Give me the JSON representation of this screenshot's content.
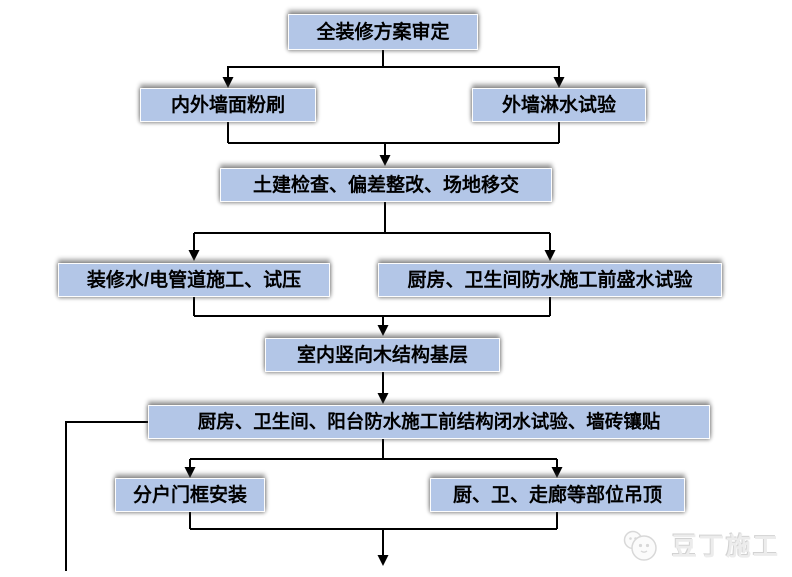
{
  "diagram": {
    "type": "flowchart",
    "subject": "full-decoration construction process",
    "nodes": [
      {
        "id": "plan-approval",
        "label": "全装修方案审定"
      },
      {
        "id": "wall-plastering",
        "label": "内外墙面粉刷"
      },
      {
        "id": "wall-water-spray-test",
        "label": "外墙淋水试验"
      },
      {
        "id": "civil-inspection-handover",
        "label": "土建检查、偏差整改、场地移交"
      },
      {
        "id": "pipe-construction-pressure-test",
        "label": "装修水/电管道施工、试压"
      },
      {
        "id": "water-holding-test",
        "label": "厨房、卫生间防水施工前盛水试验"
      },
      {
        "id": "indoor-wood-structure-base",
        "label": "室内竖向木结构基层"
      },
      {
        "id": "water-seal-test-tiling",
        "label": "厨房、卫生间、阳台防水施工前结构闭水试验、墙砖镶贴"
      },
      {
        "id": "door-frame-install",
        "label": "分户门框安装"
      },
      {
        "id": "ceiling-install",
        "label": "厨、卫、走廊等部位吊顶"
      }
    ],
    "edges": [
      {
        "from": "plan-approval",
        "to": "wall-plastering"
      },
      {
        "from": "plan-approval",
        "to": "wall-water-spray-test"
      },
      {
        "from": "wall-plastering",
        "to": "civil-inspection-handover"
      },
      {
        "from": "wall-water-spray-test",
        "to": "civil-inspection-handover"
      },
      {
        "from": "civil-inspection-handover",
        "to": "pipe-construction-pressure-test"
      },
      {
        "from": "civil-inspection-handover",
        "to": "water-holding-test"
      },
      {
        "from": "pipe-construction-pressure-test",
        "to": "indoor-wood-structure-base"
      },
      {
        "from": "water-holding-test",
        "to": "indoor-wood-structure-base"
      },
      {
        "from": "indoor-wood-structure-base",
        "to": "water-seal-test-tiling"
      },
      {
        "from": "water-seal-test-tiling",
        "to": "door-frame-install"
      },
      {
        "from": "water-seal-test-tiling",
        "to": "ceiling-install"
      },
      {
        "from": "door-frame-install",
        "to": "continuation-bottom"
      },
      {
        "from": "ceiling-install",
        "to": "continuation-bottom"
      },
      {
        "from": "water-seal-test-tiling",
        "to": "continuation-bottom-left"
      }
    ]
  },
  "watermark": {
    "brand": "豆丁施工"
  },
  "colors": {
    "node_fill": "#b3c6e7",
    "node_border": "#fdfdfd",
    "connector": "#000000",
    "watermark_text": "#ececec"
  }
}
